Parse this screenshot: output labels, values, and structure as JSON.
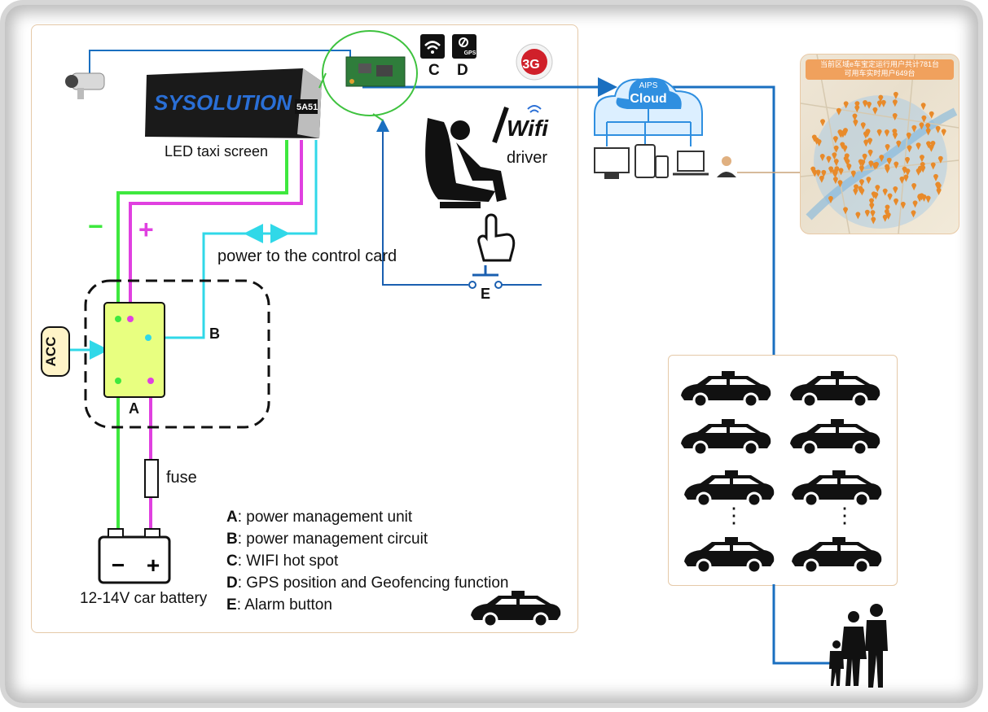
{
  "diagram": {
    "screen_brand": "SYSOLUTION",
    "screen_badge": "5A51",
    "led_label": "LED taxi screen",
    "minus": "−",
    "plus": "+",
    "power_label": "power to the control card",
    "acc": "ACC",
    "b_marker": "B",
    "a_marker": "A",
    "fuse": "fuse",
    "battery_minus": "−",
    "battery_plus": "+",
    "battery_label": "12-14V car battery",
    "c_marker": "C",
    "d_marker": "D",
    "gps_text": "GPS",
    "threeg": "3G",
    "wifi_word": "Wifi",
    "driver": "driver",
    "e_marker": "E",
    "cloud_line1": "AIPS",
    "cloud_line2": "Cloud",
    "map_banner_1": "当前区域e车宝定运行用户共计781台",
    "map_banner_2": "可用车实时用户649台",
    "legend": [
      {
        "key": "A",
        "text": "power management unit"
      },
      {
        "key": "B",
        "text": "power management circuit"
      },
      {
        "key": "C",
        "text": "WIFI hot spot"
      },
      {
        "key": "D",
        "text": "GPS position and Geofencing function"
      },
      {
        "key": "E",
        "text": "Alarm button"
      }
    ],
    "dots": "⋮"
  },
  "colors": {
    "green_wire": "#3ee83e",
    "magenta_wire": "#e040e0",
    "cyan_wire": "#30d8e8",
    "blue_line": "#1a6fc0",
    "unit_fill": "#e8ff80",
    "cloud_blue": "#2f8fe0"
  }
}
